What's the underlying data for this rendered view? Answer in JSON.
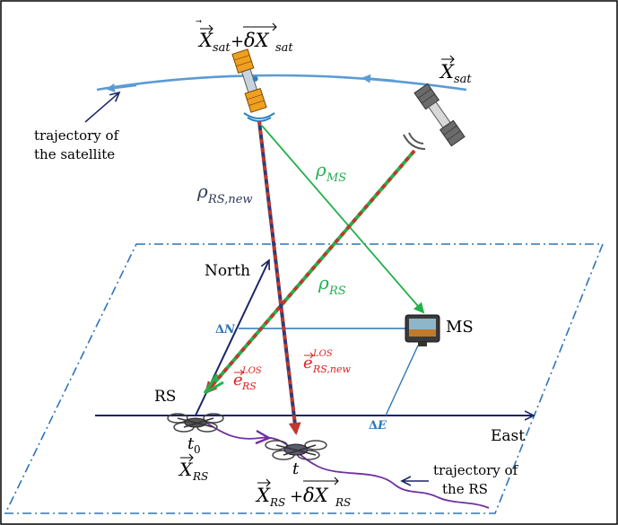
{
  "labels": {
    "x_sat_perturbed": "X⃗sat + δX⃗sat",
    "x_sat": "X⃗sat",
    "trajectory_satellite_line1": "trajectory of",
    "trajectory_satellite_line2": "the satellite",
    "rho_rs_new": "ρRS,new",
    "rho_ms": "ρMS",
    "rho_rs": "ρRS",
    "north": "North",
    "east": "East",
    "ms": "MS",
    "rs": "RS",
    "delta_n": "ΔN",
    "delta_e": "ΔE",
    "e_los_rs": "e⃗RS LOS",
    "e_los_rs_new": "e⃗RS,new LOS",
    "t0": "t0",
    "t": "t",
    "x_rs": "X⃗RS",
    "x_rs_perturbed": "X⃗RS + δX⃗RS",
    "trajectory_rs_line1": "trajectory of",
    "trajectory_rs_line2": "the RS"
  },
  "colors": {
    "satellite_orbit": "#5b9bd5",
    "green_ray": "#22b14c",
    "dashed_red": "#c0392b",
    "navy": "#1f2a6b",
    "east_north": "#1a2466",
    "delta_blue": "#2e75b6",
    "rs_trajectory": "#7030a0",
    "plane_border": "#2e75b6",
    "los_red": "#e02020"
  }
}
